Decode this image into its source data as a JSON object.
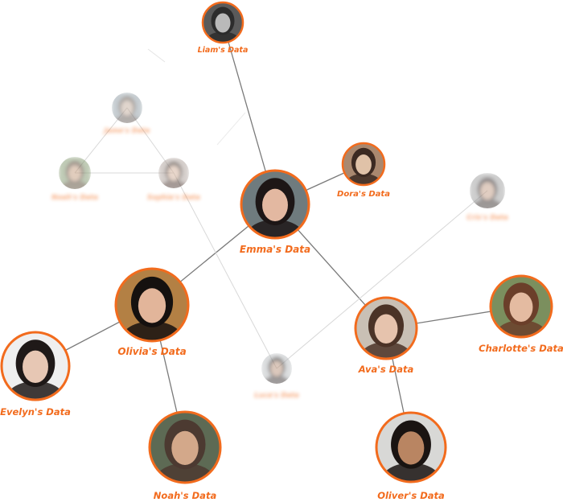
{
  "accent_color": "#f26b1d",
  "edge_color": "#7a7a7a",
  "faint_edge_color": "#d8d8d8",
  "nodes": [
    {
      "id": "liam",
      "label": "Liam's Data",
      "tone": "#5a5a5a",
      "skin": "#b9b9b9",
      "hair": "#2c2c2c"
    },
    {
      "id": "jame",
      "label": "Jame's Data",
      "tone": "#9aa6ad",
      "skin": "#c9b5a6",
      "hair": "#6d625a",
      "blurred": true
    },
    {
      "id": "noah-blur",
      "label": "Noah's Data",
      "tone": "#8da27b",
      "skin": "#c9a588",
      "hair": "#5e4c3b",
      "blurred": true
    },
    {
      "id": "sophia",
      "label": "Sophia's Data",
      "tone": "#b6aaa4",
      "skin": "#d6b6a1",
      "hair": "#4d3a31",
      "blurred": true
    },
    {
      "id": "dora",
      "label": "Dora's Data",
      "tone": "#a9886f",
      "skin": "#e0c2a8",
      "hair": "#3c2a22"
    },
    {
      "id": "emma",
      "label": "Emma's Data",
      "tone": "#6f7b7e",
      "skin": "#e3b8a1",
      "hair": "#1d1616"
    },
    {
      "id": "cris",
      "label": "Cris's Data",
      "tone": "#a7a7a7",
      "skin": "#c7a590",
      "hair": "#3d3330",
      "blurred": true
    },
    {
      "id": "olivia",
      "label": "Olivia's Data",
      "tone": "#b38044",
      "skin": "#e2b59a",
      "hair": "#15110f"
    },
    {
      "id": "evelyn",
      "label": "Evelyn's Data",
      "tone": "#efefef",
      "skin": "#e7c7b4",
      "hair": "#1f1918"
    },
    {
      "id": "luca",
      "label": "Luca's Data",
      "tone": "#bfc2c5",
      "skin": "#bf9c86",
      "hair": "#3b3431",
      "blurred": true
    },
    {
      "id": "ava",
      "label": "Ava's Data",
      "tone": "#c9c0b5",
      "skin": "#e6c3ad",
      "hair": "#4b3327"
    },
    {
      "id": "charlotte",
      "label": "Charlotte's Data",
      "tone": "#7b8f5e",
      "skin": "#e4bba1",
      "hair": "#6b3f2a"
    },
    {
      "id": "noah",
      "label": "Noah's Data",
      "tone": "#5d6a54",
      "skin": "#d3a88a",
      "hair": "#4c3a31"
    },
    {
      "id": "oliver",
      "label": "Oliver's Data",
      "tone": "#d8d8d6",
      "skin": "#b98562",
      "hair": "#1a1412"
    }
  ],
  "edges": [
    {
      "from": "liam",
      "to": "emma",
      "strong": true
    },
    {
      "from": "dora",
      "to": "emma",
      "strong": true
    },
    {
      "from": "emma",
      "to": "olivia",
      "strong": true
    },
    {
      "from": "emma",
      "to": "ava",
      "strong": true
    },
    {
      "from": "olivia",
      "to": "evelyn",
      "strong": true
    },
    {
      "from": "olivia",
      "to": "noah",
      "strong": true
    },
    {
      "from": "ava",
      "to": "charlotte",
      "strong": true
    },
    {
      "from": "ava",
      "to": "oliver",
      "strong": true
    },
    {
      "from": "jame",
      "to": "noah-blur",
      "strong": false
    },
    {
      "from": "jame",
      "to": "sophia",
      "strong": false
    },
    {
      "from": "noah-blur",
      "to": "sophia",
      "strong": false
    },
    {
      "from": "sophia",
      "to": "luca",
      "strong": false
    },
    {
      "from": "luca",
      "to": "cris",
      "strong": false
    }
  ]
}
